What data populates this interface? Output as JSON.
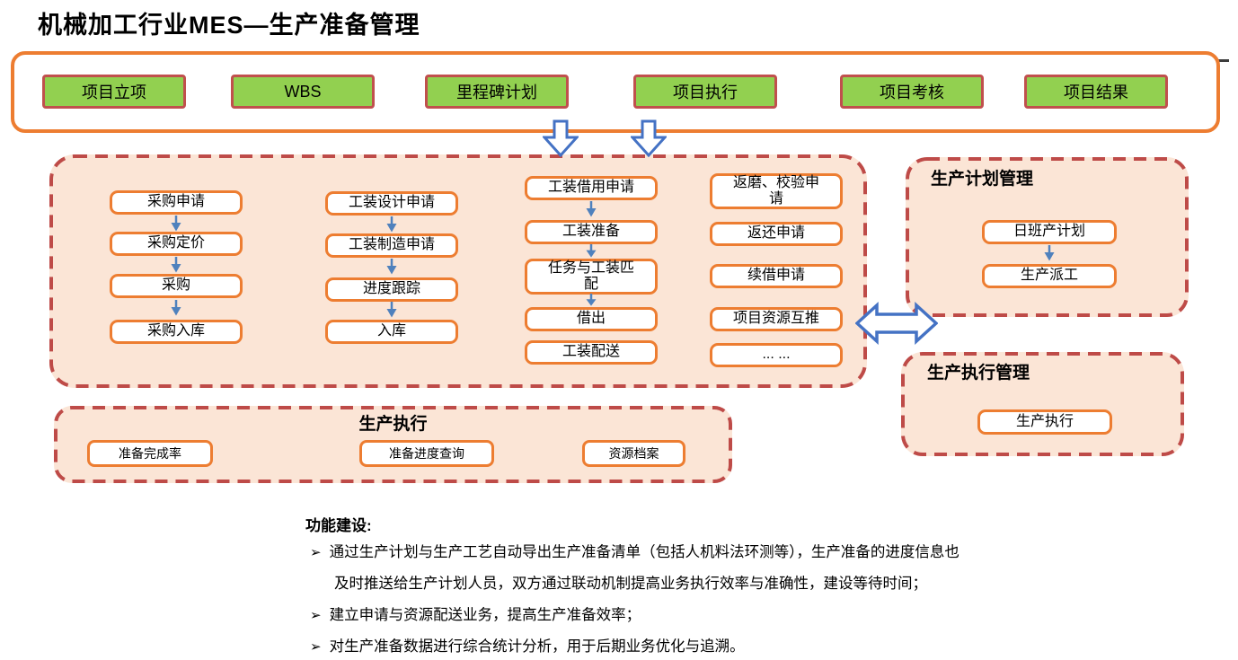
{
  "title": "机械加工行业MES—生产准备管理",
  "colors": {
    "orange_border": "#ED7D31",
    "green_fill": "#92D050",
    "green_button_border": "#C0504D",
    "dashed_red": "#BE4B48",
    "peach_bg": "#FBE5D6",
    "flow_arrow_blue": "#4F81BD",
    "block_arrow_blue": "#4472C4"
  },
  "process_bar": {
    "items": [
      "项目立项",
      "WBS",
      "里程碑计划",
      "项目执行",
      "项目考核",
      "项目结果"
    ]
  },
  "flow": {
    "purchase": [
      "采购申请",
      "采购定价",
      "采购",
      "采购入库"
    ],
    "tooling_build": [
      "工装设计申请",
      "工装制造申请",
      "进度跟踪",
      "入库"
    ],
    "tooling_borrow": [
      "工装借用申请",
      "工装准备",
      "任务与工装匹\n配",
      "借出",
      "工装配送"
    ],
    "requests": [
      "返磨、校验申\n请",
      "返还申请",
      "续借申请",
      "项目资源互推",
      "... ..."
    ]
  },
  "plan_mgmt": {
    "title": "生产计划管理",
    "items": [
      "日班产计划",
      "生产派工"
    ]
  },
  "exec_mgmt": {
    "title": "生产执行管理",
    "items": [
      "生产执行"
    ]
  },
  "exec_panel": {
    "title": "生产执行",
    "items": [
      "准备完成率",
      "准备进度查询",
      "资源档案"
    ]
  },
  "notes": {
    "heading": "功能建设:",
    "marker": "➢",
    "bullet1_line1": "通过生产计划与生产工艺自动导出生产准备清单（包括人机料法环测等），生产准备的进度信息也",
    "bullet1_line2": "及时推送给生产计划人员，双方通过联动机制提高业务执行效率与准确性，建设等待时间；",
    "bullet2": "建立申请与资源配送业务，提高生产准备效率；",
    "bullet3": "对生产准备数据进行综合统计分析，用于后期业务优化与追溯。"
  }
}
